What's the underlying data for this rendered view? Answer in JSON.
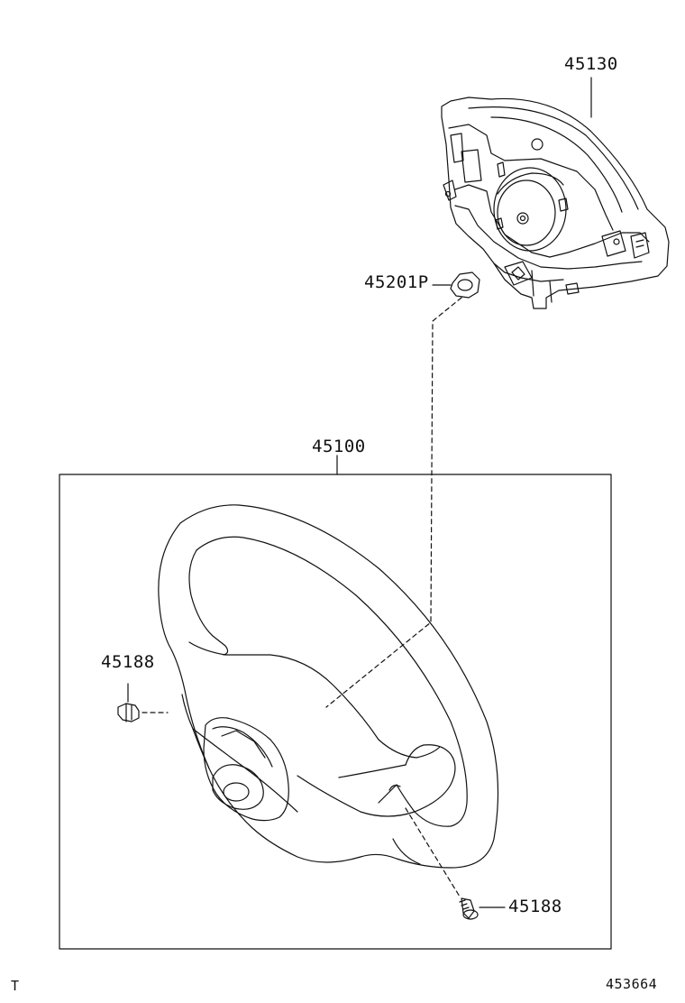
{
  "diagram": {
    "parts": {
      "airbag_assembly": "45130",
      "nut": "45201P",
      "steering_wheel_assembly": "45100",
      "screw_left": "45188",
      "screw_right": "45188"
    },
    "footer": {
      "corner_mark": "T",
      "figure_code": "453664"
    }
  },
  "colors": {
    "line": "#111111",
    "background": "#ffffff"
  }
}
